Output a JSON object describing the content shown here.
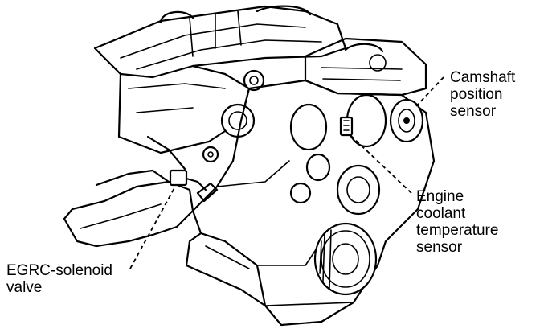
{
  "callouts": {
    "camshaft_sensor": {
      "line1": "Camshaft",
      "line2": "position",
      "line3": "sensor"
    },
    "coolant_sensor": {
      "line1": "Engine",
      "line2": "coolant",
      "line3": "temperature",
      "line4": "sensor"
    },
    "egrc_valve": {
      "line1": "EGRC-solenoid",
      "line2": "valve"
    }
  }
}
